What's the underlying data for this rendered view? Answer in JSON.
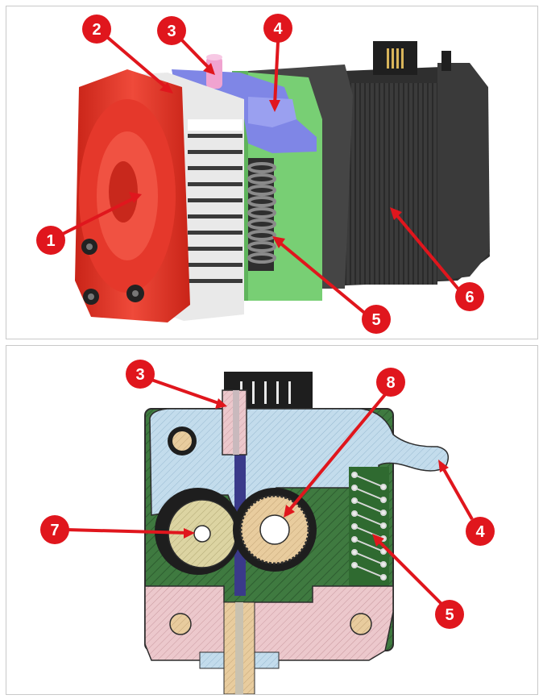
{
  "colors": {
    "callout": "#e0161d",
    "fan": "#e8352a",
    "heatsink": "#ececec",
    "lever": "#7f86e6",
    "body_green": "#7ed37a",
    "motor": "#3a3a3a",
    "spring": "#777777",
    "section_green": "#3f7a40",
    "section_lever": "#bcd8ea",
    "section_pink": "#e8c4c8",
    "section_gear": "#d8cf9a",
    "section_gear_tan": "#e6c99a"
  },
  "top_callouts": [
    {
      "label": "1",
      "part": "fan"
    },
    {
      "label": "2",
      "part": "heatsink"
    },
    {
      "label": "3",
      "part": "filament-input"
    },
    {
      "label": "4",
      "part": "idler-lever"
    },
    {
      "label": "5",
      "part": "tension-spring"
    },
    {
      "label": "6",
      "part": "stepper-motor"
    }
  ],
  "bottom_callouts": [
    {
      "label": "3",
      "part": "filament-input"
    },
    {
      "label": "8",
      "part": "drive-gear"
    },
    {
      "label": "7",
      "part": "idler-bearing"
    },
    {
      "label": "4",
      "part": "idler-lever"
    },
    {
      "label": "5",
      "part": "tension-spring"
    }
  ]
}
